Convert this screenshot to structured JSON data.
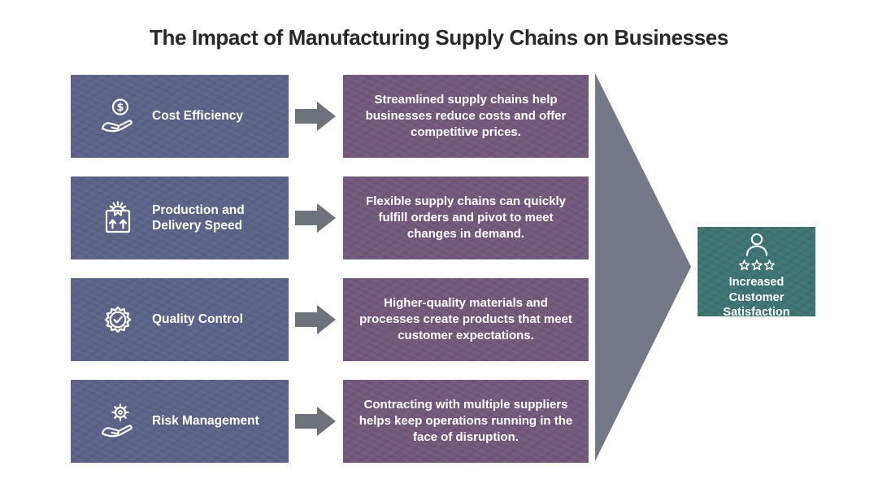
{
  "title": "The Impact of Manufacturing Supply Chains on Businesses",
  "colors": {
    "title_text": "#282828",
    "left_box": "#5c6388",
    "desc_box": "#72597c",
    "arrow": "#6d727d",
    "big_arrow": "#747987",
    "result_box": "#3e7472",
    "box_text": "#ffffff"
  },
  "rows": [
    {
      "label": "Cost Efficiency",
      "icon": "hand-dollar-icon",
      "description": "Streamlined supply chains help businesses reduce costs and offer competitive prices."
    },
    {
      "label": "Production and Delivery Speed",
      "icon": "package-gear-arrows-icon",
      "description": "Flexible supply chains can quickly fulfill orders and pivot to meet changes in demand."
    },
    {
      "label": "Quality Control",
      "icon": "quality-badge-check-icon",
      "description": "Higher-quality materials and processes create products that meet customer expectations."
    },
    {
      "label": "Risk Management",
      "icon": "hand-gear-icon",
      "description": "Contracting with multiple suppliers helps keep operations running in the face of disruption."
    }
  ],
  "result": {
    "label": "Increased Customer Satisfaction",
    "icon": "customer-stars-icon"
  }
}
